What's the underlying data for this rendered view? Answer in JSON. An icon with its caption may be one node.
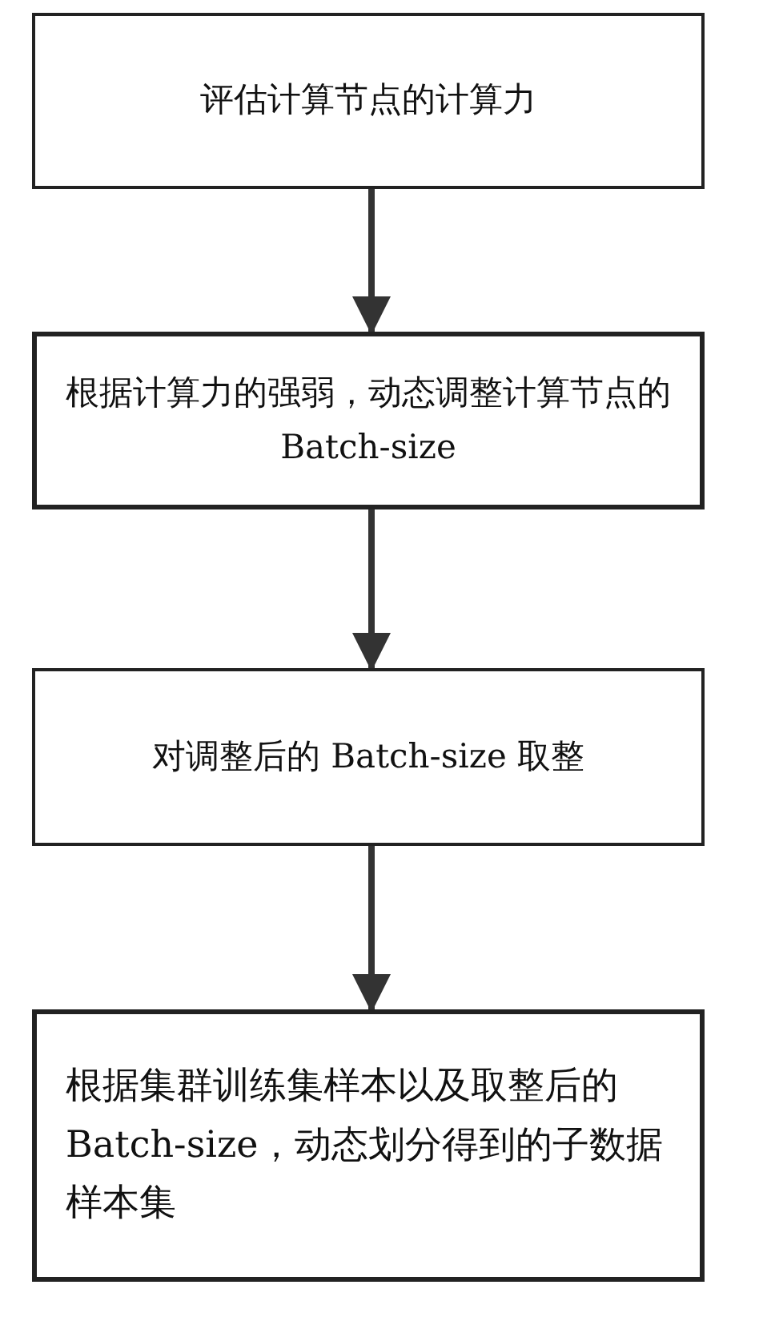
{
  "diagram": {
    "nodes": [
      {
        "text": [
          "评估计算节点的计算力"
        ]
      },
      {
        "text": [
          "根据计算力的强弱，动态调整计算节点的 Batch-size"
        ]
      },
      {
        "text": [
          "对调整后的 Batch-size 取整"
        ]
      },
      {
        "text": [
          "根据集群训练集样本以及取整后的 Batch-size，动态划分得到的子数据样本集"
        ]
      }
    ],
    "edges": [
      {
        "from": 0,
        "to": 1,
        "arrow": "to"
      },
      {
        "from": 1,
        "to": 2,
        "arrow": "to"
      },
      {
        "from": 2,
        "to": 3,
        "arrow": "to"
      }
    ]
  }
}
